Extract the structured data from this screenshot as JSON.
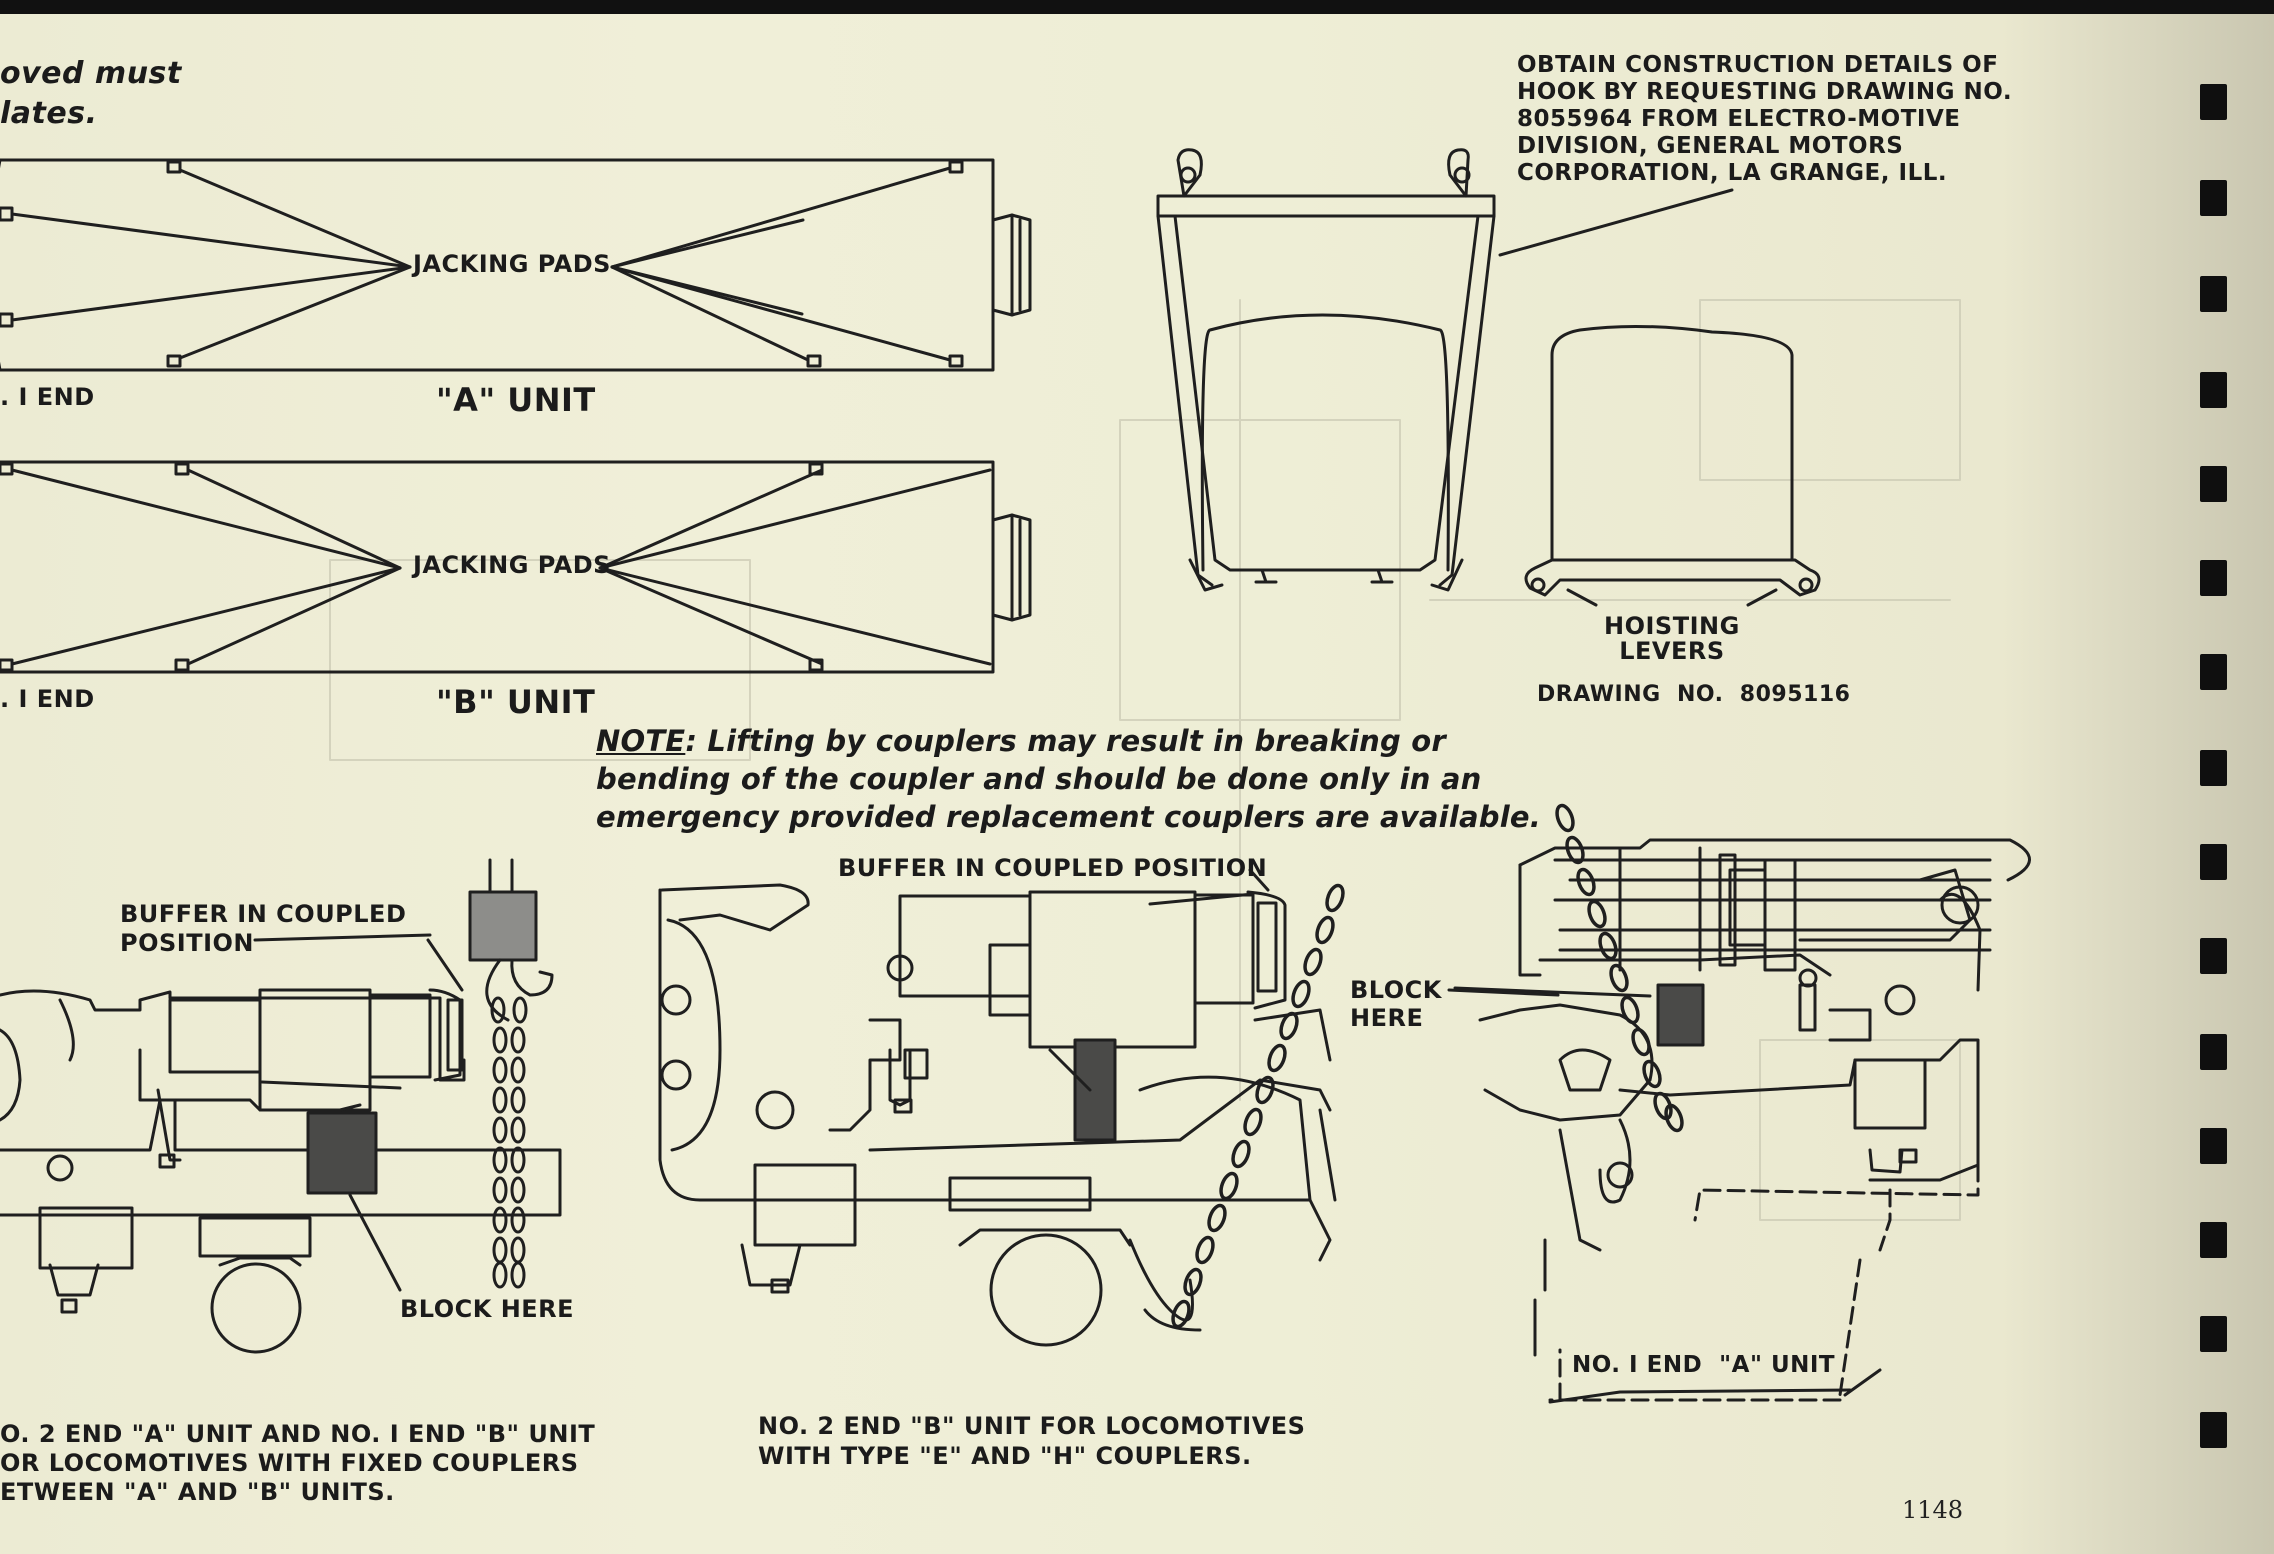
{
  "labels": {
    "top_note_line1": "oved must",
    "top_note_line2": "lates.",
    "jacking_pads_a": "JACKING PADS",
    "jacking_pads_b": "JACKING PADS",
    "no1_end_a": ". I END",
    "no1_end_b": ". I END",
    "a_unit": "\"A\" UNIT",
    "b_unit": "\"B\" UNIT",
    "hook_details": "OBTAIN CONSTRUCTION DETAILS OF\nHOOK BY REQUESTING DRAWING NO.\n8055964 FROM ELECTRO-MOTIVE\nDIVISION, GENERAL MOTORS\nCORPORATION, LA GRANGE, ILL.",
    "hoisting_levers": "HOISTING\nLEVERS",
    "drawing_no": "DRAWING  NO.  8095116",
    "note_label": "NOTE",
    "note_text": ": Lifting by couplers may result in breaking or\nbending of the coupler and should be done only in an\nemergency provided replacement couplers are available.",
    "buffer_left": "BUFFER IN COUPLED\nPOSITION",
    "buffer_middle": "BUFFER IN COUPLED POSITION",
    "block_here_left": "BLOCK HERE",
    "block_here_right": "BLOCK\nHERE",
    "caption_left": "O. 2 END \"A\" UNIT AND NO. I END \"B\" UNIT\nOR LOCOMOTIVES WITH FIXED COUPLERS\nETWEEN \"A\" AND \"B\" UNITS.",
    "caption_middle": "NO. 2 END \"B\" UNIT FOR LOCOMOTIVES\nWITH TYPE \"E\" AND \"H\" COUPLERS.",
    "caption_right": "NO. I END  \"A\" UNIT",
    "page_number": "1148"
  },
  "colors": {
    "paper": "#eeedd5",
    "ink": "#1b1b1b",
    "block_fill": "#4a4a48",
    "tab": "#0f0f0f"
  }
}
